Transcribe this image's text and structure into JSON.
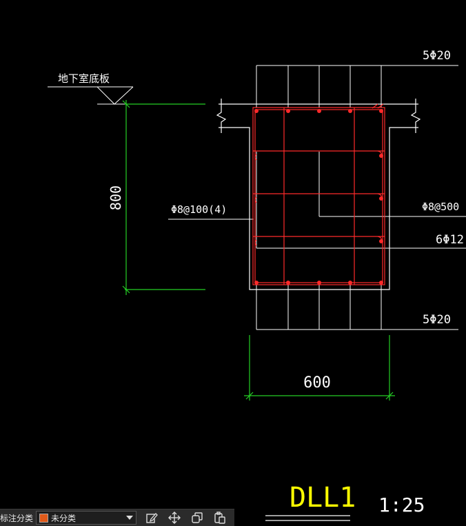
{
  "drawing": {
    "floor_label": "地下室底板",
    "height_dim": "800",
    "width_dim": "600",
    "top_rebar": "5Φ20",
    "bottom_rebar": "5Φ20",
    "stirrup": "Φ8@100(4)",
    "tie_bar": "Φ8@500",
    "side_rebar": "6Φ12",
    "beam_name": "DLL1",
    "scale": "1:25",
    "colors": {
      "concrete": "#ffffff",
      "rebar": "#ff2a2a",
      "dimension": "#25d025",
      "title": "#ffff00",
      "background": "#000000"
    }
  },
  "toolbar": {
    "label": "标注分类",
    "category_value": "未分类",
    "buttons": [
      "edit-icon",
      "move-icon",
      "copy-icon",
      "paste-icon"
    ]
  }
}
